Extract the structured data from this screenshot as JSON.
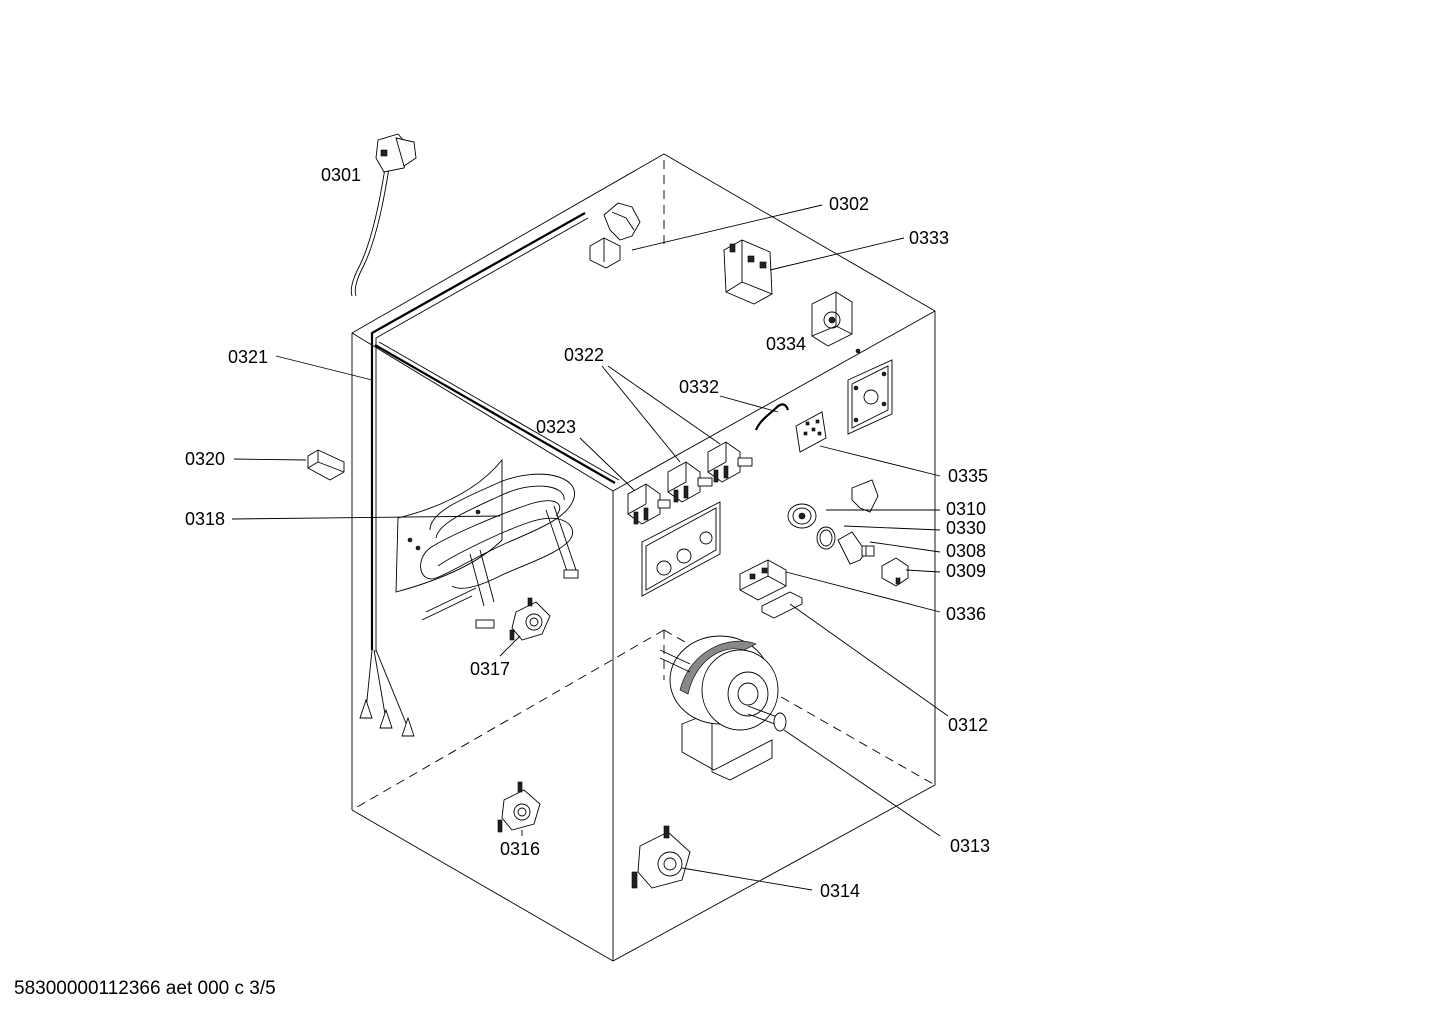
{
  "diagram": {
    "labels": {
      "p0301": "0301",
      "p0302": "0302",
      "p0333": "0333",
      "p0334": "0334",
      "p0321": "0321",
      "p0322": "0322",
      "p0332": "0332",
      "p0323": "0323",
      "p0320": "0320",
      "p0335": "0335",
      "p0318": "0318",
      "p0310": "0310",
      "p0330": "0330",
      "p0308": "0308",
      "p0309": "0309",
      "p0336": "0336",
      "p0317": "0317",
      "p0312": "0312",
      "p0313": "0313",
      "p0316": "0316",
      "p0314": "0314"
    }
  },
  "footer": {
    "text": "58300000112366 aet 000 c 3/5"
  }
}
